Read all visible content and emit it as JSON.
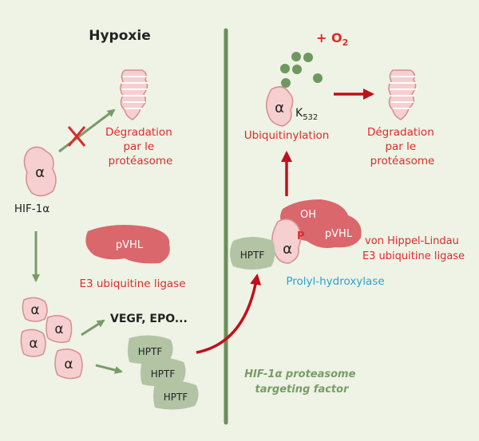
{
  "colors": {
    "background": "#eef3e5",
    "divider": "#6b8f5a",
    "green_arrow": "#7a9b69",
    "red": "#e02a2a",
    "dark_red_arrow": "#c0101a",
    "pink_fill": "#f6cfd0",
    "pink_stroke": "#d98c8e",
    "pvhl_fill": "#d9676c",
    "hptf_fill": "#b3c4a5",
    "dots": "#6e9860",
    "blue": "#2aa3d4",
    "text": "#222222"
  },
  "left": {
    "title": "Hypoxie",
    "hif_label": "HIF-1α",
    "alpha": "α",
    "degradation": [
      "Dégradation",
      "par le",
      "protéasome"
    ],
    "pvhl": "pVHL",
    "e3_ligase": "E3 ubiquitine ligase",
    "vegf": "VEGF, EPO...",
    "hptf": "HPTF"
  },
  "right": {
    "o2": "+ O",
    "o2_sub": "2",
    "alpha": "α",
    "k532_k": "K",
    "k532_num": "532",
    "ubiquitinylation": "Ubiquitinylation",
    "degradation": [
      "Dégradation",
      "par le",
      "protéasome"
    ],
    "oh": "OH",
    "p": "P",
    "pvhl": "pVHL",
    "vhl_line1": "von Hippel-Lindau",
    "vhl_line2": "E3 ubiquitine ligase",
    "hptf": "HPTF",
    "prolyl": "Prolyl-hydroxylase"
  },
  "bottom": {
    "line1_prefix": "HIF-1",
    "line1_alpha": "α",
    "line1_suffix": " proteasome",
    "line2": "targeting factor"
  }
}
